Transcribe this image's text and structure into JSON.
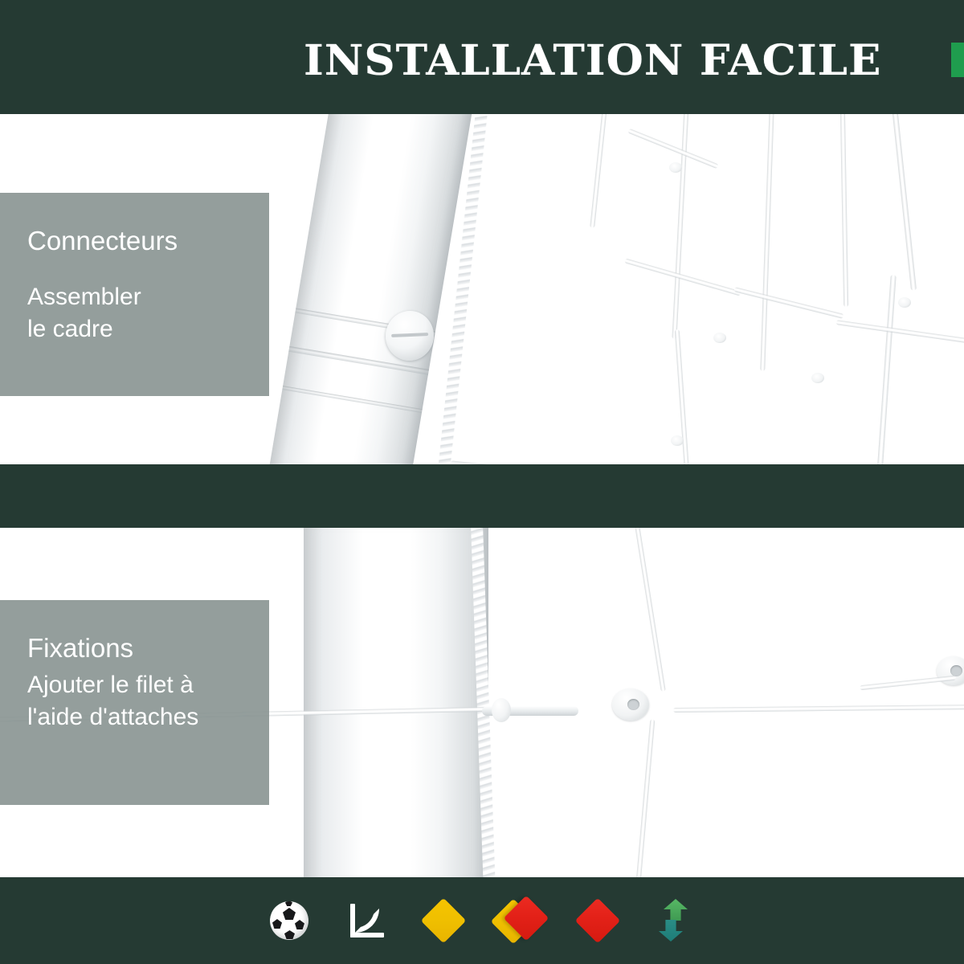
{
  "header": {
    "title": "INSTALLATION FACILE",
    "accent_color": "#1f9d4e",
    "background_color": "#253a33"
  },
  "panels": [
    {
      "id": "connecteurs",
      "caption": {
        "title": "Connecteurs",
        "body_lines": [
          "Assembler",
          "le cadre"
        ]
      },
      "photo_alt": "Tube de but blanc avec connecteur a vis et filet"
    },
    {
      "id": "fixations",
      "caption": {
        "title": "Fixations",
        "body_lines": [
          "Ajouter le filet à",
          "l'aide d'attaches"
        ]
      },
      "photo_alt": "Poteau blanc avec attache plastique fixant le filet"
    }
  ],
  "caption_box": {
    "background_color": "#85918e",
    "text_color": "#ffffff"
  },
  "icon_strip": {
    "background_color": "#253a33",
    "icons": [
      {
        "name": "soccer-ball-icon",
        "glyph": "soccer-ball"
      },
      {
        "name": "right-angle-icon",
        "glyph": "right-angle"
      },
      {
        "name": "yellow-card-icon",
        "glyph": "yellow-card",
        "color": "#f0c000"
      },
      {
        "name": "yellow-red-cards-icon",
        "glyph": "yellow-and-red-card",
        "color": "#e32118"
      },
      {
        "name": "red-card-icon",
        "glyph": "red-card",
        "color": "#e32118"
      },
      {
        "name": "up-down-arrows-icon",
        "glyph": "up-down-arrows",
        "color": "#3f9a52"
      }
    ]
  }
}
